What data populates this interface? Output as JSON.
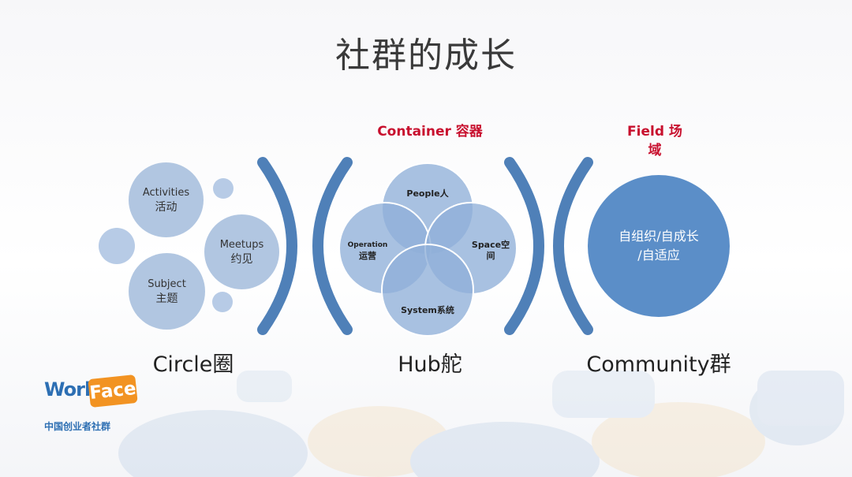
{
  "title": "社群的成长",
  "labels": {
    "container": "Container 容器",
    "field_line1": "Field 场",
    "field_line2": "域"
  },
  "circle_stage": {
    "activities": {
      "en": "Activities",
      "zh": "活动"
    },
    "meetups": {
      "en": "Meetups",
      "zh": "约见"
    },
    "subject": {
      "en": "Subject",
      "zh": "主题"
    },
    "name": "Circle圈"
  },
  "hub_stage": {
    "people": "People人",
    "operation_en": "Operation",
    "operation_zh": "运营",
    "space_en": "Space空",
    "space_zh": "间",
    "system": "System系统",
    "name": "Hub舵"
  },
  "community_stage": {
    "line1": "自组织/自成长",
    "line2": "/自适应",
    "name": "Community群"
  },
  "logo": {
    "work": "Work",
    "face": "Face",
    "subtitle": "中国创业者社群"
  },
  "colors": {
    "accent_red": "#c8102e",
    "light_blue": "#a9c0de",
    "mid_blue": "#5b8ec8",
    "bracket_blue": "#4f80b8",
    "logo_blue": "#2d6fb3",
    "logo_orange": "#f29322"
  }
}
